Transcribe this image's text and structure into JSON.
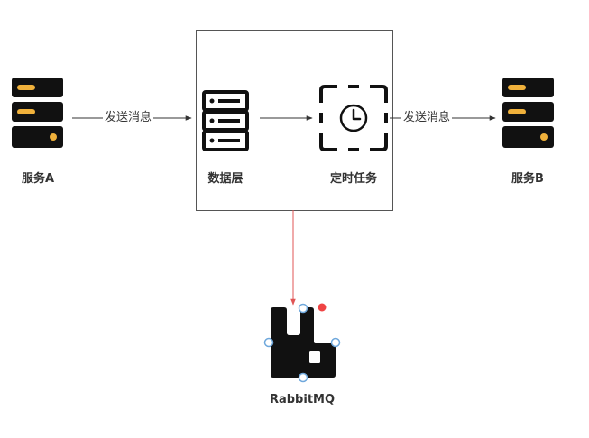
{
  "nodes": {
    "service_a": {
      "label": "服务A",
      "icon": "server-icon"
    },
    "service_b": {
      "label": "服务B",
      "icon": "server-icon"
    },
    "data_layer": {
      "label": "数据层",
      "icon": "database-server-icon"
    },
    "scheduled_task": {
      "label": "定时任务",
      "icon": "timer-icon"
    },
    "rabbitmq": {
      "label": "RabbitMQ",
      "icon": "rabbitmq-logo-icon"
    }
  },
  "edges": {
    "a_to_data": {
      "label": "发送消息"
    },
    "task_to_b": {
      "label": "发送消息"
    }
  },
  "colors": {
    "server_fill": "#111111",
    "server_accent": "#f0b13b",
    "line": "#333333",
    "connector": "#e05555",
    "handle": "#6fa8dc",
    "red_dot": "#ef4444"
  }
}
